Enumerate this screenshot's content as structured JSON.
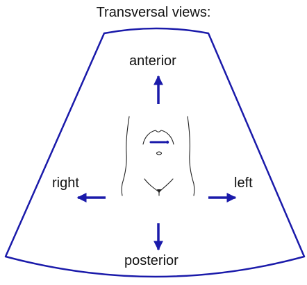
{
  "title": "Transversal views:",
  "directions": {
    "anterior": "anterior",
    "posterior": "posterior",
    "right": "right",
    "left": "left"
  },
  "colors": {
    "accent": "#1a1aaa",
    "outline": "#1a1aaa",
    "body_line": "#222222",
    "text": "#111111"
  }
}
